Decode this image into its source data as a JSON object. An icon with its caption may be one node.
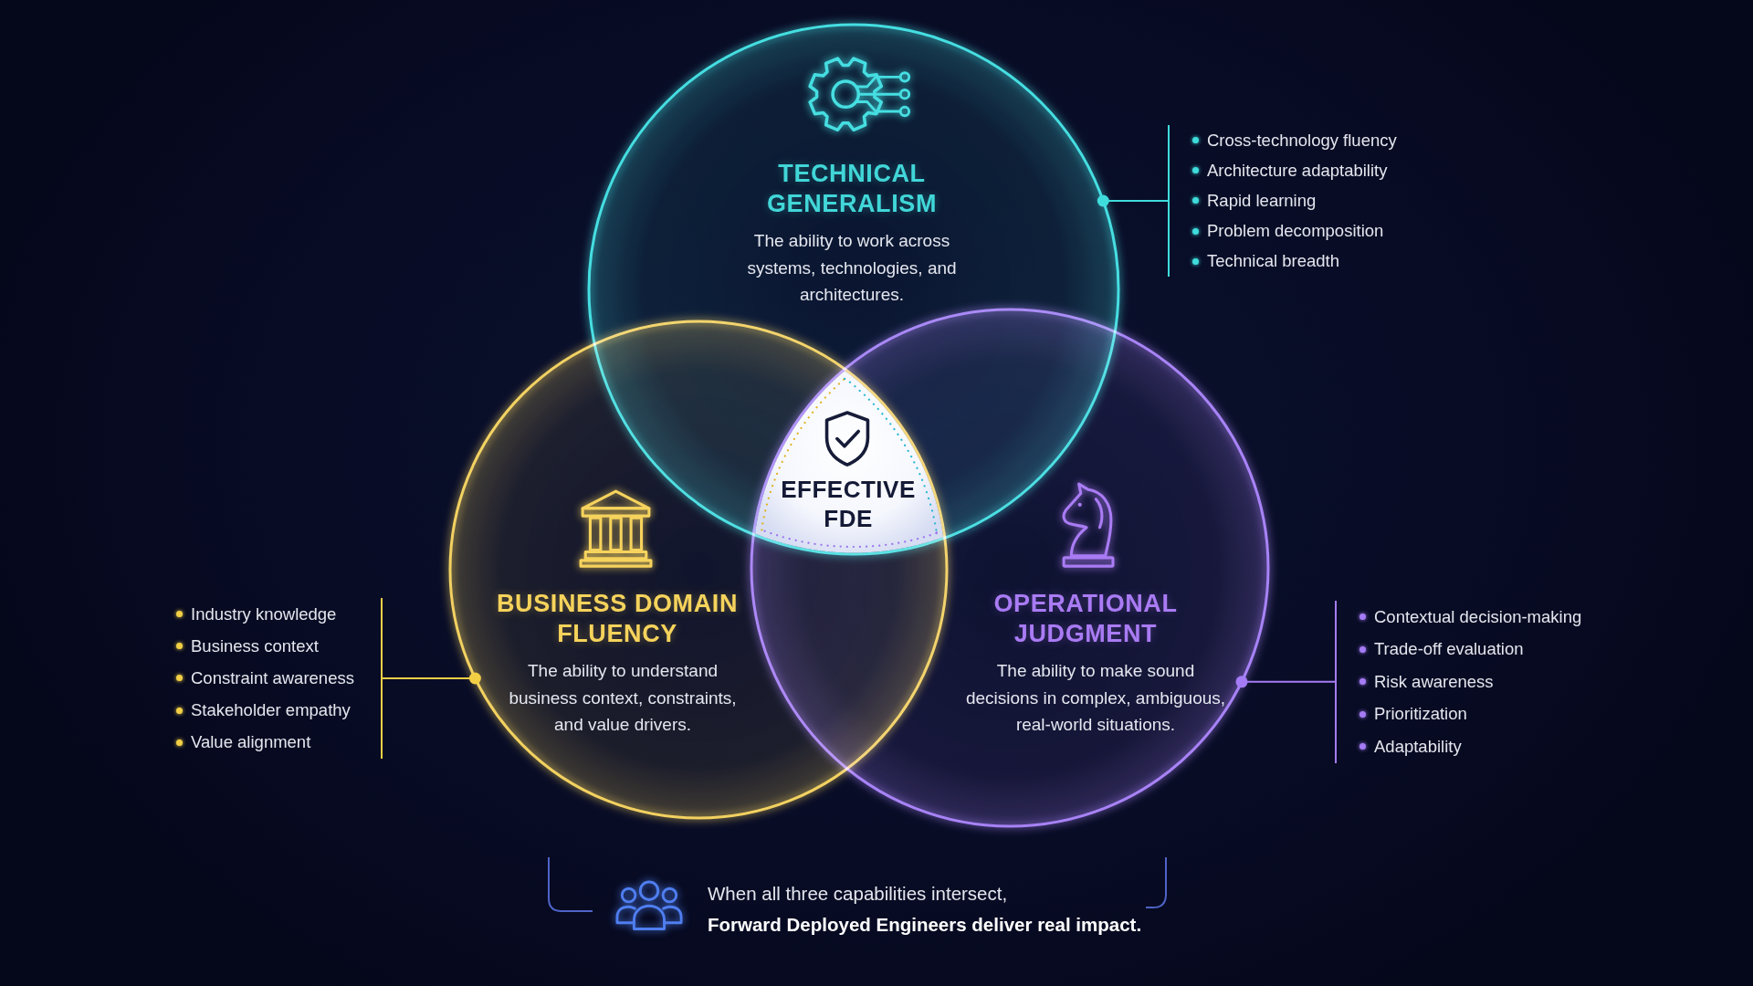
{
  "diagram": {
    "caption": "When all three capabilities intersect, **Forward Deployed Engineers deliver real impact.**",
    "nodes": [
      {
        "text": [
          "TECHNICAL GENERALISM",
          "The ability to work across systems, technologies, and architectures."
        ]
      },
      {
        "text": [
          "Cross-technology fluency",
          "Architecture adaptability",
          "Rapid learning",
          "Problem decomposition",
          "Technical breadth"
        ]
      },
      {
        "text": [
          "EFFECTIVE FDE"
        ]
      },
      {
        "text": [
          "Industry knowledge",
          "Business context",
          "Constraint awareness",
          "Stakeholder empathy",
          "Value alignment"
        ]
      },
      {
        "text": [
          "BUSINESS DOMAIN FLUENCY",
          "The ability to understand business context, constraints, and value drivers."
        ]
      },
      {
        "text": [
          "OPERATIONAL JUDGMENT",
          "The ability to make sound decisions in complex, ambiguous, real-world situations."
        ]
      },
      {
        "text": [
          "Contextual decision-making",
          "Trade-off evaluation",
          "Risk awareness",
          "Prioritization",
          "Adaptability"
        ]
      }
    ],
    "edges": [
      {
        "from": 0,
        "to": 1,
        "arrow": "other",
        "color": "#3fdcdc"
      },
      {
        "from": 4,
        "to": 3,
        "arrow": "other",
        "color": "#f2cf45"
      },
      {
        "from": 5,
        "to": 6,
        "arrow": "other",
        "color": "#a57cf5"
      }
    ]
  }
}
